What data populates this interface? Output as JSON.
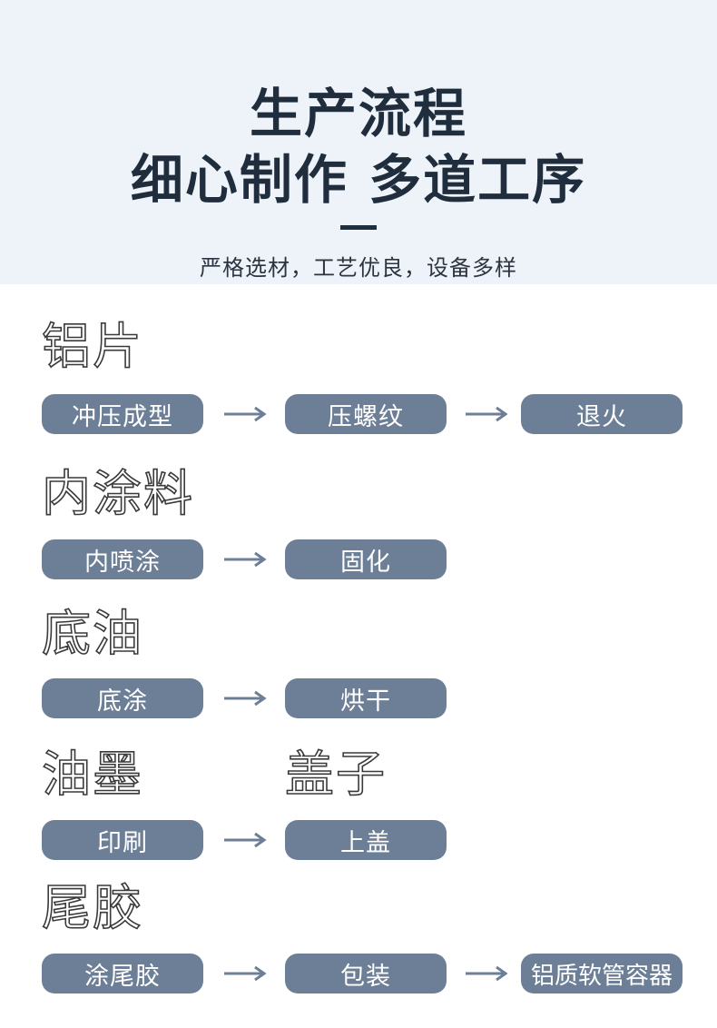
{
  "header": {
    "title_line1": "生产流程",
    "title_line2": "细心制作 多道工序",
    "subtitle": "严格选材，工艺优良，设备多样"
  },
  "sections": {
    "aluminum": {
      "label": "铝片",
      "steps": [
        "冲压成型",
        "压螺纹",
        "退火"
      ]
    },
    "inner_coating": {
      "label": "内涂料",
      "steps": [
        "内喷涂",
        "固化"
      ]
    },
    "primer": {
      "label": "底油",
      "steps": [
        "底涂",
        "烘干"
      ]
    },
    "ink": {
      "label": "油墨",
      "steps": [
        "印刷"
      ]
    },
    "cap": {
      "label": "盖子",
      "steps": [
        "上盖"
      ]
    },
    "tail_glue": {
      "label": "尾胶",
      "steps": [
        "涂尾胶",
        "包装",
        "铝质软管容器"
      ]
    }
  },
  "colors": {
    "header_bg": "#eef3fa",
    "title_text": "#1f2d3d",
    "pill_bg": "#6d7f97",
    "arrow": "#6d7f97"
  },
  "icons": {
    "arrow": "right-arrow-icon"
  }
}
